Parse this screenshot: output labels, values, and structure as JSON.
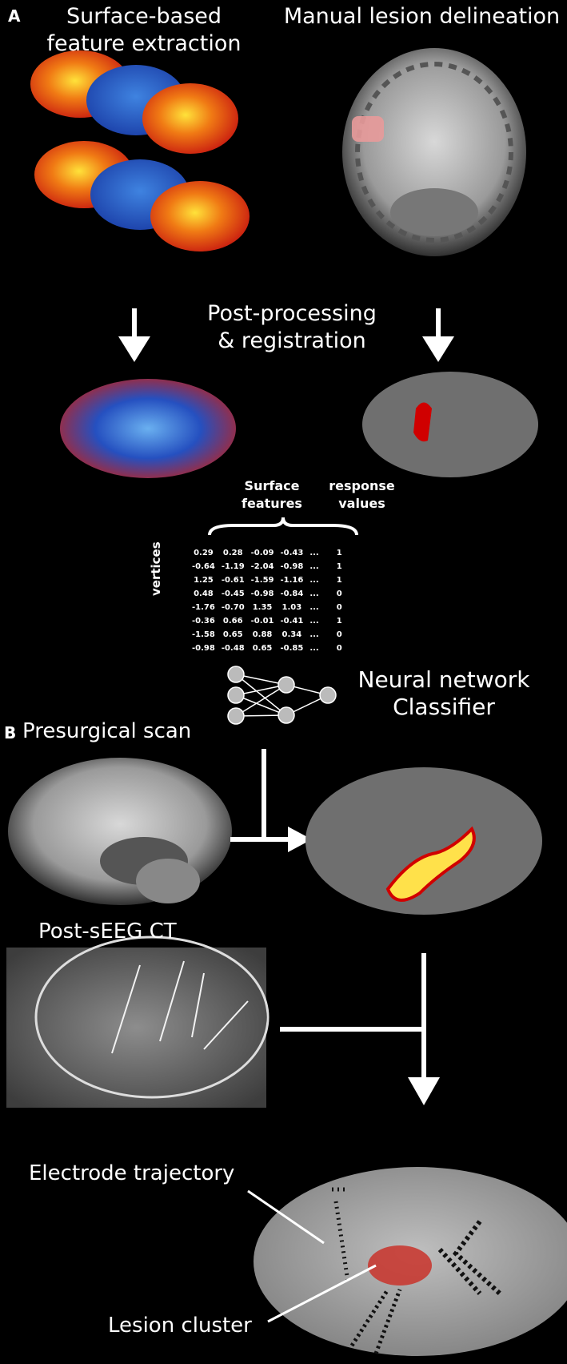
{
  "panel_a": {
    "label": "A",
    "surface_title": "Surface-based feature extraction",
    "manual_title": "Manual lesion delineation",
    "post_processing": "Post-processing & registration",
    "surface_features": "Surface features",
    "response_values": "response values",
    "vertices": "vertices",
    "matrix": [
      [
        "0.29",
        "0.28",
        "-0.09",
        "-0.43",
        "...",
        "1"
      ],
      [
        "-0.64",
        "-1.19",
        "-2.04",
        "-0.98",
        "...",
        "1"
      ],
      [
        "1.25",
        "-0.61",
        "-1.59",
        "-1.16",
        "...",
        "1"
      ],
      [
        "0.48",
        "-0.45",
        "-0.98",
        "-0.84",
        "...",
        "0"
      ],
      [
        "-1.76",
        "-0.70",
        "1.35",
        "1.03",
        "...",
        "0"
      ],
      [
        "-0.36",
        "0.66",
        "-0.01",
        "-0.41",
        "...",
        "1"
      ],
      [
        "-1.58",
        "0.65",
        "0.88",
        "0.34",
        "...",
        "0"
      ],
      [
        "-0.98",
        "-0.48",
        "0.65",
        "-0.85",
        "...",
        "0"
      ]
    ],
    "classifier": "Neural network Classifier"
  },
  "panel_b": {
    "label": "B",
    "presurgical": "Presurgical scan",
    "post_seeg": "Post-sEEG CT",
    "electrode": "Electrode trajectory",
    "lesion": "Lesion cluster"
  }
}
